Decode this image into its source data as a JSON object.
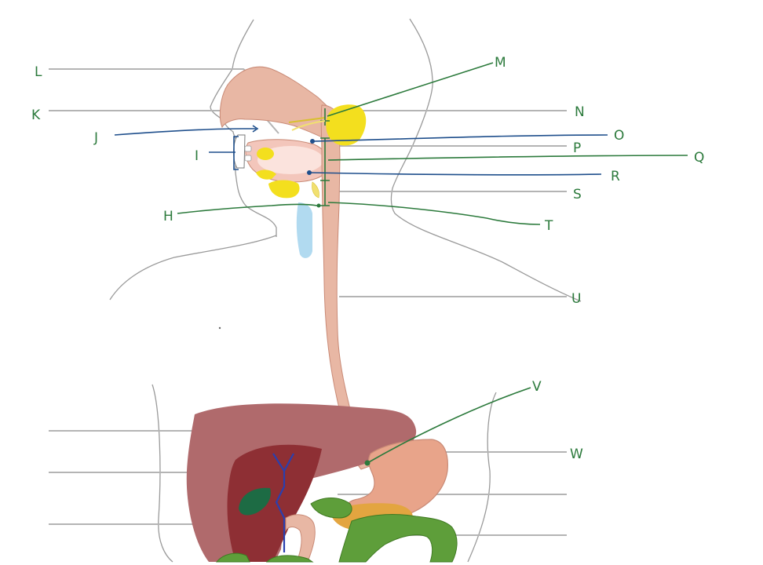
{
  "labels": {
    "L": "L",
    "K": "K",
    "J": "J",
    "I": "I",
    "H": "H",
    "M": "M",
    "N": "N",
    "O": "O",
    "P": "P",
    "Q": "Q",
    "R": "R",
    "S": "S",
    "T": "T",
    "U": "U",
    "V": "V",
    "W": "W"
  },
  "colors": {
    "outline": "#9a9a9a",
    "leader_gray": "#b4b4b4",
    "ink_green": "#2c7a3c",
    "ink_blue": "#1f4f8c",
    "digestive_tract": "#e8b7a4",
    "digestive_edge": "#c98a76",
    "liver": "#a7494c",
    "liver_dark": "#8e2f34",
    "gallbladder": "#1d6b44",
    "bile_duct": "#2a3fae",
    "salivary_glands": "#f3df1e",
    "pancreas": "#e3a540",
    "intestine": "#5e9e3a",
    "trachea": "#a9d6ee"
  }
}
